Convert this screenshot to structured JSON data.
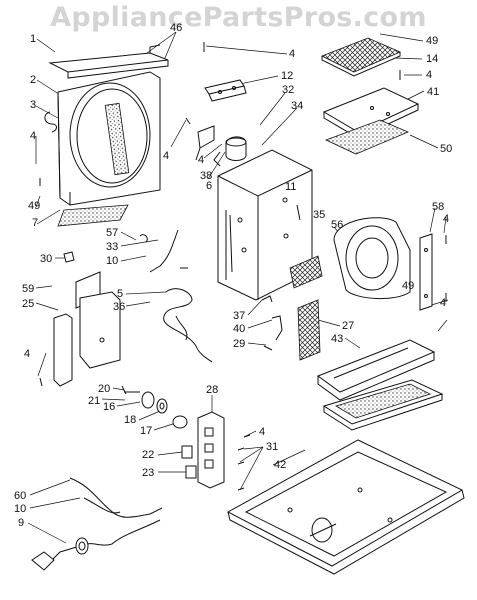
{
  "watermark": "AppliancePartsPros.com",
  "callouts": [
    {
      "id": "c1",
      "label": "1"
    },
    {
      "id": "c46",
      "label": "46"
    },
    {
      "id": "c4a",
      "label": "4"
    },
    {
      "id": "c49a",
      "label": "49"
    },
    {
      "id": "c14",
      "label": "14"
    },
    {
      "id": "c4b",
      "label": "4"
    },
    {
      "id": "c2",
      "label": "2"
    },
    {
      "id": "c12",
      "label": "12"
    },
    {
      "id": "c41",
      "label": "41"
    },
    {
      "id": "c3",
      "label": "3"
    },
    {
      "id": "c4c",
      "label": "4"
    },
    {
      "id": "c32",
      "label": "32"
    },
    {
      "id": "c34",
      "label": "34"
    },
    {
      "id": "c50",
      "label": "50"
    },
    {
      "id": "c4d",
      "label": "4"
    },
    {
      "id": "c4e",
      "label": "4"
    },
    {
      "id": "c38",
      "label": "38"
    },
    {
      "id": "c6",
      "label": "6"
    },
    {
      "id": "c11",
      "label": "11"
    },
    {
      "id": "c49b",
      "label": "49"
    },
    {
      "id": "c7",
      "label": "7"
    },
    {
      "id": "c35",
      "label": "35"
    },
    {
      "id": "c56",
      "label": "56"
    },
    {
      "id": "c58",
      "label": "58"
    },
    {
      "id": "c4f",
      "label": "4"
    },
    {
      "id": "c57",
      "label": "57"
    },
    {
      "id": "c33",
      "label": "33"
    },
    {
      "id": "c10a",
      "label": "10"
    },
    {
      "id": "c30",
      "label": "30"
    },
    {
      "id": "c49c",
      "label": "49"
    },
    {
      "id": "c5",
      "label": "5"
    },
    {
      "id": "c36",
      "label": "36"
    },
    {
      "id": "c59",
      "label": "59"
    },
    {
      "id": "c25",
      "label": "25"
    },
    {
      "id": "c37",
      "label": "37"
    },
    {
      "id": "c40",
      "label": "40"
    },
    {
      "id": "c27",
      "label": "27"
    },
    {
      "id": "c43",
      "label": "43"
    },
    {
      "id": "c4g",
      "label": "4"
    },
    {
      "id": "c29",
      "label": "29"
    },
    {
      "id": "c4h",
      "label": "4"
    },
    {
      "id": "c28",
      "label": "28"
    },
    {
      "id": "c20",
      "label": "20"
    },
    {
      "id": "c21",
      "label": "21"
    },
    {
      "id": "c16",
      "label": "16"
    },
    {
      "id": "c18",
      "label": "18"
    },
    {
      "id": "c17",
      "label": "17"
    },
    {
      "id": "c4i",
      "label": "4"
    },
    {
      "id": "c31",
      "label": "31"
    },
    {
      "id": "c22",
      "label": "22"
    },
    {
      "id": "c42",
      "label": "42"
    },
    {
      "id": "c23",
      "label": "23"
    },
    {
      "id": "c60",
      "label": "60"
    },
    {
      "id": "c10b",
      "label": "10"
    },
    {
      "id": "c9",
      "label": "9"
    }
  ]
}
